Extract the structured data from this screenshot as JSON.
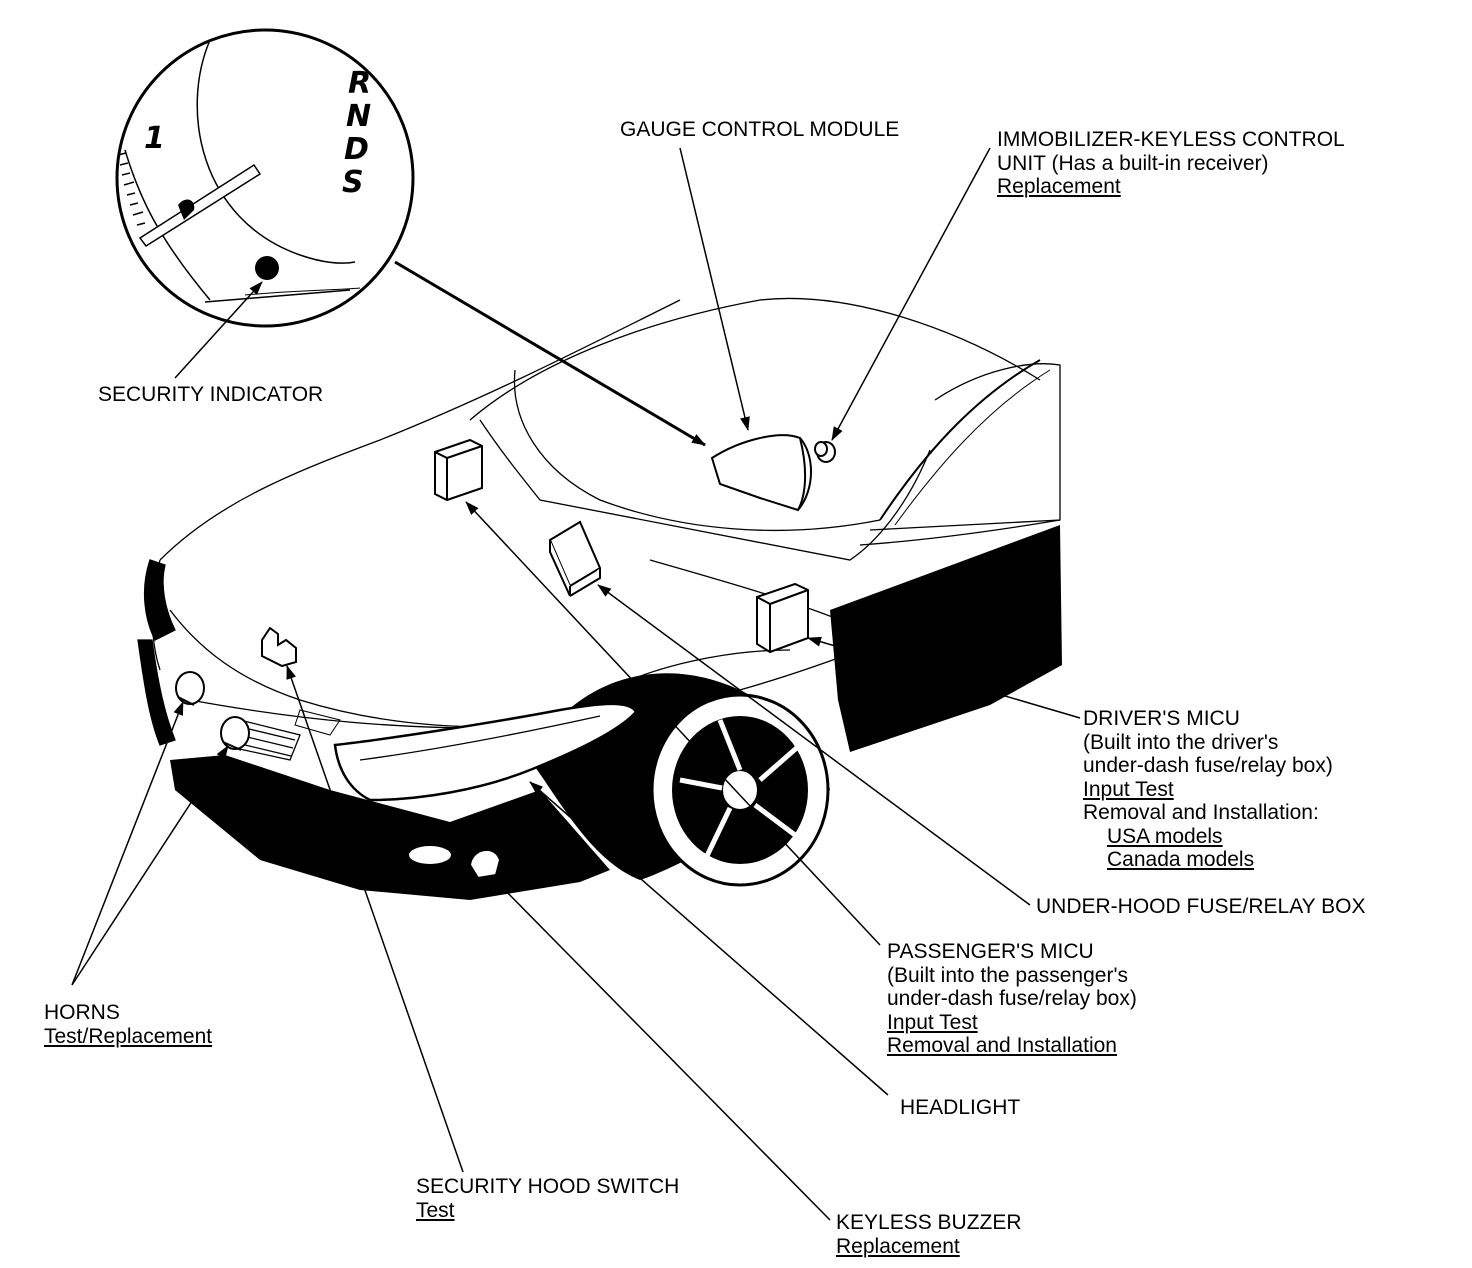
{
  "gauge_inset": {
    "gear_letters": [
      "R",
      "N",
      "D",
      "S"
    ],
    "scale_number": "1"
  },
  "labels": {
    "security_indicator": "SECURITY INDICATOR",
    "gauge_control_module": "GAUGE CONTROL MODULE",
    "immobilizer": {
      "line1": "IMMOBILIZER-KEYLESS CONTROL",
      "line2": "UNIT (Has a built-in receiver)",
      "link_replacement": "Replacement"
    },
    "drivers_micu": {
      "title": "DRIVER'S MICU",
      "line1": "(Built into the driver's",
      "line2": "under-dash fuse/relay box)",
      "link_input_test": "Input Test",
      "removal_heading": "Removal and Installation:",
      "link_usa": "USA models",
      "link_canada": "Canada models"
    },
    "under_hood_box": "UNDER-HOOD FUSE/RELAY BOX",
    "passengers_micu": {
      "title": "PASSENGER'S MICU",
      "line1": "(Built into the passenger's",
      "line2": "under-dash fuse/relay box)",
      "link_input_test": "Input Test",
      "link_removal": "Removal and Installation"
    },
    "horns": {
      "title": "HORNS",
      "link_test": "Test/Replacement"
    },
    "headlight": "HEADLIGHT",
    "hood_switch": {
      "title": "SECURITY HOOD SWITCH",
      "link_test": "Test"
    },
    "keyless_buzzer": {
      "title": "KEYLESS BUZZER",
      "link_replacement": "Replacement"
    }
  }
}
